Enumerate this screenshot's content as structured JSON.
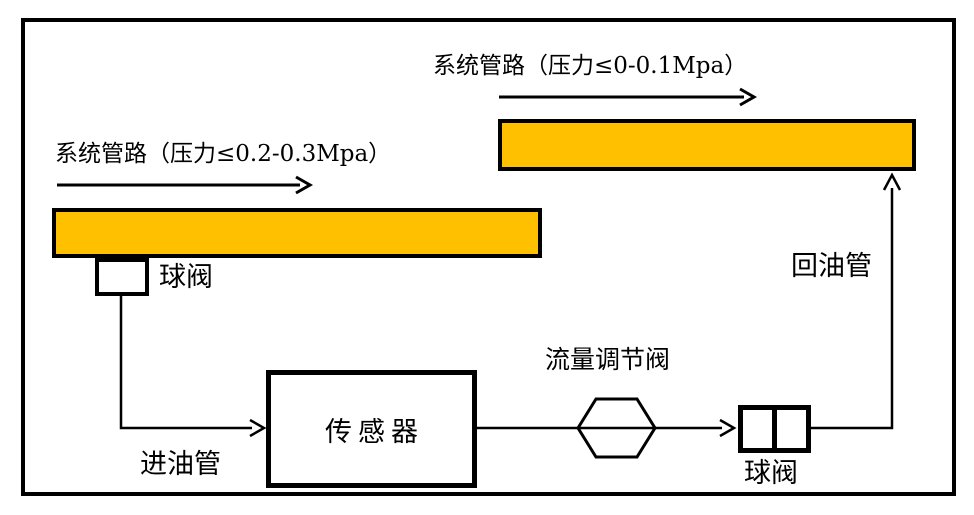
{
  "labels": {
    "system_pipe_top": "系统管路（压力≤0-0.1Mpa）",
    "system_pipe_left": "系统管路（压力≤0.2-0.3Mpa）",
    "ball_valve_left": "球阀",
    "inlet_pipe": "进油管",
    "sensor": "传感器",
    "flow_control_valve": "流量调节阀",
    "ball_valve_right": "球阀",
    "return_pipe": "回油管"
  },
  "colors": {
    "pipe_fill": "#FFC000",
    "line": "#000000",
    "background": "#FFFFFF"
  }
}
